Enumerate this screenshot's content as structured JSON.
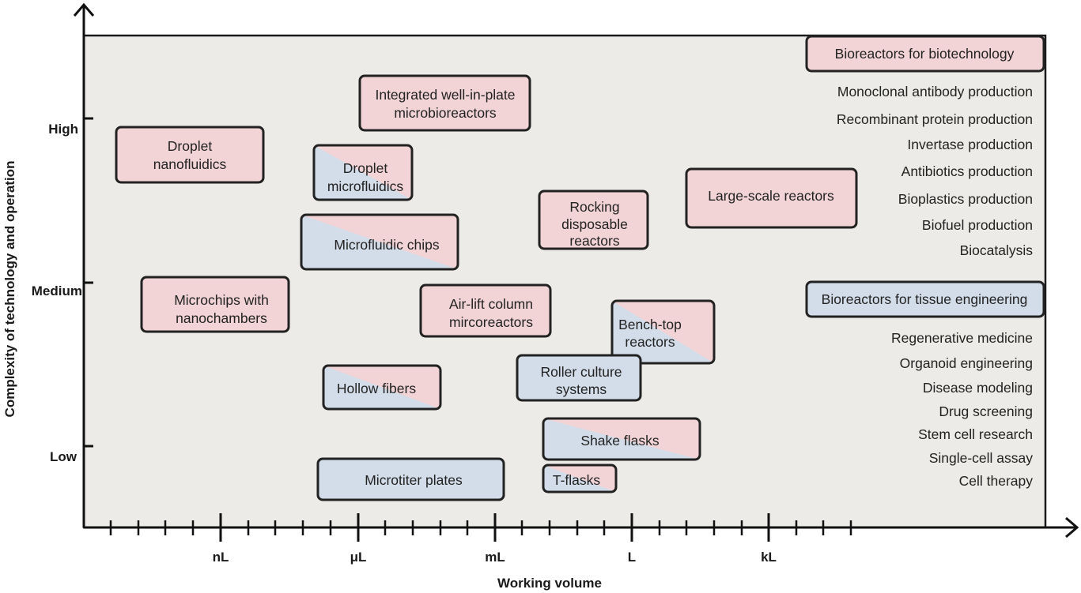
{
  "axes": {
    "x_title": "Working volume",
    "y_title": "Complexity of technology and operation",
    "x_ticks": [
      "nL",
      "μL",
      "mL",
      "L",
      "kL"
    ],
    "y_ticks": [
      "High",
      "Medium",
      "Low"
    ]
  },
  "colors": {
    "pink": "#f2d4d7",
    "blue": "#d3dde9",
    "border": "#222222",
    "background": "#ecebe7"
  },
  "boxes": [
    {
      "name": "droplet-nanofluidics",
      "lines": [
        "Droplet",
        "nanofluidics"
      ],
      "fill": "pink"
    },
    {
      "name": "integrated-well-in-plate",
      "lines": [
        "Integrated well-in-plate",
        "microbioreactors"
      ],
      "fill": "pink"
    },
    {
      "name": "droplet-microfluidics",
      "lines": [
        "Droplet",
        "microfluidics"
      ],
      "fill": "split"
    },
    {
      "name": "microfluidic-chips",
      "lines": [
        "Microfluidic chips"
      ],
      "fill": "split"
    },
    {
      "name": "microchips-nanochambers",
      "lines": [
        "Microchips with",
        "nanochambers"
      ],
      "fill": "pink"
    },
    {
      "name": "air-lift-column",
      "lines": [
        "Air-lift column",
        "mircoreactors"
      ],
      "fill": "pink"
    },
    {
      "name": "rocking-disposable",
      "lines": [
        "Rocking",
        "disposable",
        "reactors"
      ],
      "fill": "pink"
    },
    {
      "name": "large-scale-reactors",
      "lines": [
        "Large-scale reactors"
      ],
      "fill": "pink"
    },
    {
      "name": "bench-top-reactors",
      "lines": [
        "Bench-top",
        "reactors"
      ],
      "fill": "split"
    },
    {
      "name": "hollow-fibers",
      "lines": [
        "Hollow fibers"
      ],
      "fill": "split"
    },
    {
      "name": "roller-culture",
      "lines": [
        "Roller culture",
        "systems"
      ],
      "fill": "blue"
    },
    {
      "name": "shake-flasks",
      "lines": [
        "Shake flasks"
      ],
      "fill": "split"
    },
    {
      "name": "microtiter-plates",
      "lines": [
        "Microtiter plates"
      ],
      "fill": "blue"
    },
    {
      "name": "t-flasks",
      "lines": [
        "T-flasks"
      ],
      "fill": "split"
    },
    {
      "name": "bioreactors-biotech",
      "lines": [
        "Bioreactors for biotechnology"
      ],
      "fill": "pink"
    },
    {
      "name": "bioreactors-tissue",
      "lines": [
        "Bioreactors for tissue engineering"
      ],
      "fill": "blue"
    }
  ],
  "biotech_list": [
    "Monoclonal antibody production",
    "Recombinant protein production",
    "Invertase production",
    "Antibiotics production",
    "Bioplastics production",
    "Biofuel production",
    "Biocatalysis"
  ],
  "tissue_list": [
    "Regenerative medicine",
    "Organoid engineering",
    "Disease modeling",
    "Drug screening",
    "Stem cell research",
    "Single-cell assay",
    "Cell therapy"
  ]
}
